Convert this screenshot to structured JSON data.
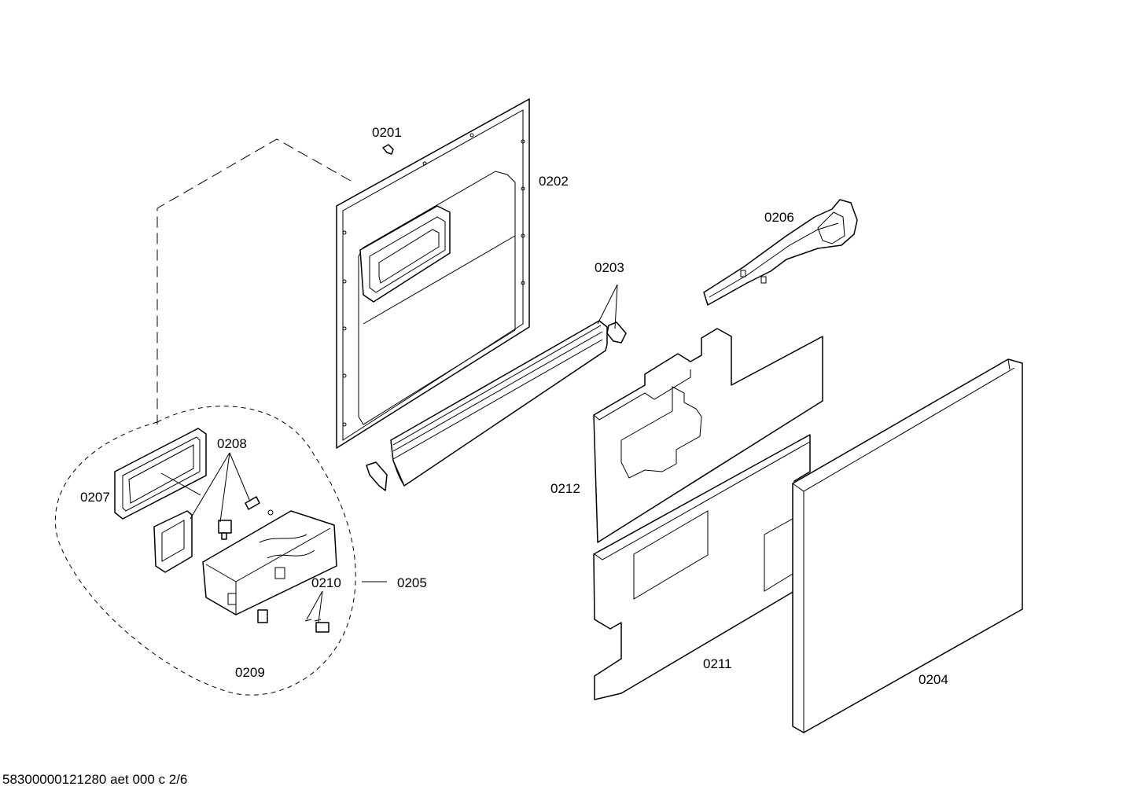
{
  "labels": {
    "p0201": "0201",
    "p0202": "0202",
    "p0203": "0203",
    "p0204": "0204",
    "p0205": "0205",
    "p0206": "0206",
    "p0207": "0207",
    "p0208": "0208",
    "p0209": "0209",
    "p0210": "0210",
    "p0211": "0211",
    "p0212": "0212"
  },
  "footer": "58300000121280 aet 000 c 2/6"
}
